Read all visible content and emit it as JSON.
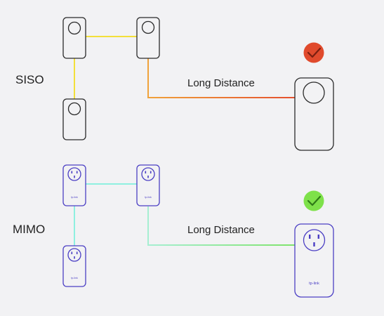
{
  "siso": {
    "label": "SISO",
    "link_label": "Long Distance",
    "status_icon": "check-icon",
    "status_color": "#e04a2c",
    "link_color_near": "#f3df3a",
    "link_color_far": "#e5502e",
    "device_stroke": "#2b2b2b"
  },
  "mimo": {
    "label": "MIMO",
    "link_label": "Long Distance",
    "status_icon": "check-icon",
    "status_color": "#7ee14a",
    "link_color_near": "#8ff0e0",
    "link_color_far": "#7ee36a",
    "device_stroke": "#4b3fc4",
    "brand": "tp-link"
  }
}
